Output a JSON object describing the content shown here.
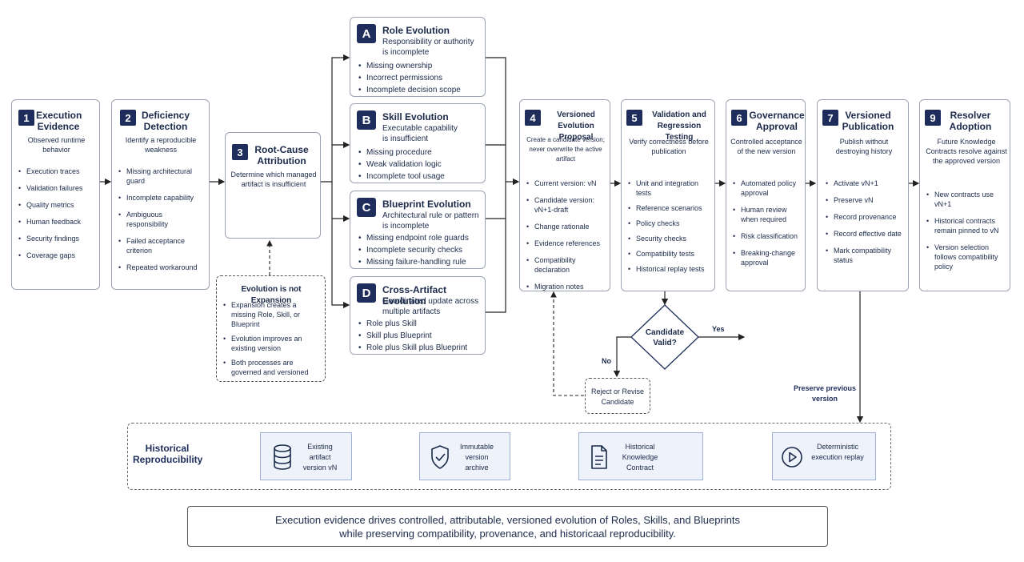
{
  "steps": [
    {
      "num": "1",
      "title": "Execution Evidence",
      "subtitle": "Observed runtime behavior",
      "items": [
        "Execution traces",
        "Validation failures",
        "Quality metrics",
        "Human feedback",
        "Security findings",
        "Coverage gaps"
      ]
    },
    {
      "num": "2",
      "title": "Deficiency Detection",
      "subtitle": "Identify a reproducible weakness",
      "items": [
        "Missing architectural guard",
        "Incomplete capability",
        "Ambiguous responsibility",
        "Failed acceptance criterion",
        "Repeated workaround"
      ]
    },
    {
      "num": "3",
      "title": "Root-Cause Attribution",
      "subtitle": "Determine which managed artifact is insufficient"
    },
    {
      "num": "4",
      "title": "Versioned Evolution Proposal",
      "subtitle": "Create a candidate version; never overwrite the active artifact",
      "items": [
        "Current version: vN",
        "Candidate version: vN+1-draft",
        "Change rationale",
        "Evidence references",
        "Compatibility declaration",
        "Migration notes"
      ]
    },
    {
      "num": "5",
      "title": "Validation and Regression Testing",
      "subtitle": "Verify correctness before publication",
      "items": [
        "Unit and integration tests",
        "Reference scenarios",
        "Policy checks",
        "Security checks",
        "Compatibility tests",
        "Historical replay tests"
      ]
    },
    {
      "num": "6",
      "title": "Governance Approval",
      "subtitle": "Controlled acceptance of the new version",
      "items": [
        "Automated policy approval",
        "Human review when required",
        "Risk classification",
        "Breaking-change approval"
      ]
    },
    {
      "num": "7",
      "title": "Versioned Publication",
      "subtitle": "Publish without destroying history",
      "items": [
        "Activate vN+1",
        "Preserve vN",
        "Record provenance",
        "Record effective date",
        "Mark compatibility status"
      ]
    },
    {
      "num": "9",
      "title": "Resolver Adoption",
      "subtitle": "Future Knowledge Contracts resolve against the approved version",
      "items": [
        "New contracts use vN+1",
        "Historical contracts remain pinned to vN",
        "Version selection follows compatibility policy"
      ]
    }
  ],
  "evolutions": [
    {
      "letter": "A",
      "title": "Role Evolution",
      "subtitle": "Responsibility or authority is incomplete",
      "items": [
        "Missing ownership",
        "Incorrect permissions",
        "Incomplete decision scope"
      ]
    },
    {
      "letter": "B",
      "title": "Skill Evolution",
      "subtitle": "Executable capability is insufficient",
      "items": [
        "Missing procedure",
        "Weak validation logic",
        "Incomplete tool usage"
      ]
    },
    {
      "letter": "C",
      "title": "Blueprint Evolution",
      "subtitle": "Architectural rule or pattern is incomplete",
      "items": [
        "Missing endpoint role guards",
        "Incomplete security checks",
        "Missing failure-handling rule"
      ]
    },
    {
      "letter": "D",
      "title": "Cross-Artifact Evolution",
      "subtitle": "Coordinated update across multiple artifacts",
      "items": [
        "Role plus Skill",
        "Skill plus Blueprint",
        "Role plus Skill plus Blueprint"
      ]
    }
  ],
  "note": {
    "title": "Evolution is not Expansion",
    "items": [
      "Expansion creates a missing Role, Skill, or Blueprint",
      "Evolution improves an existing version",
      "Both processes are governed and versioned"
    ]
  },
  "decision": {
    "question": "Candidate Valid?",
    "yes": "Yes",
    "no": "No",
    "reject": "Reject or Revise Candidate",
    "preserve": "Preserve previous version"
  },
  "history": {
    "title": "Historical Reproducibility",
    "items": [
      {
        "label": "Existing artifact version vN",
        "icon": "database-icon"
      },
      {
        "label": "Immutable version archive",
        "icon": "shield-check-icon"
      },
      {
        "label": "Historical Knowledge Contract",
        "icon": "document-icon"
      },
      {
        "label": "Deterministic execution replay",
        "icon": "play-icon"
      }
    ]
  },
  "footer": {
    "line1": "Execution evidence drives controlled, attributable, versioned evolution of Roles, Skills, and Blueprints",
    "line2": "while preserving compatibility, provenance, and historicaal reproducibility."
  },
  "colors": {
    "navy": "#1e2d5c",
    "history_fill": "#eef2fa"
  }
}
